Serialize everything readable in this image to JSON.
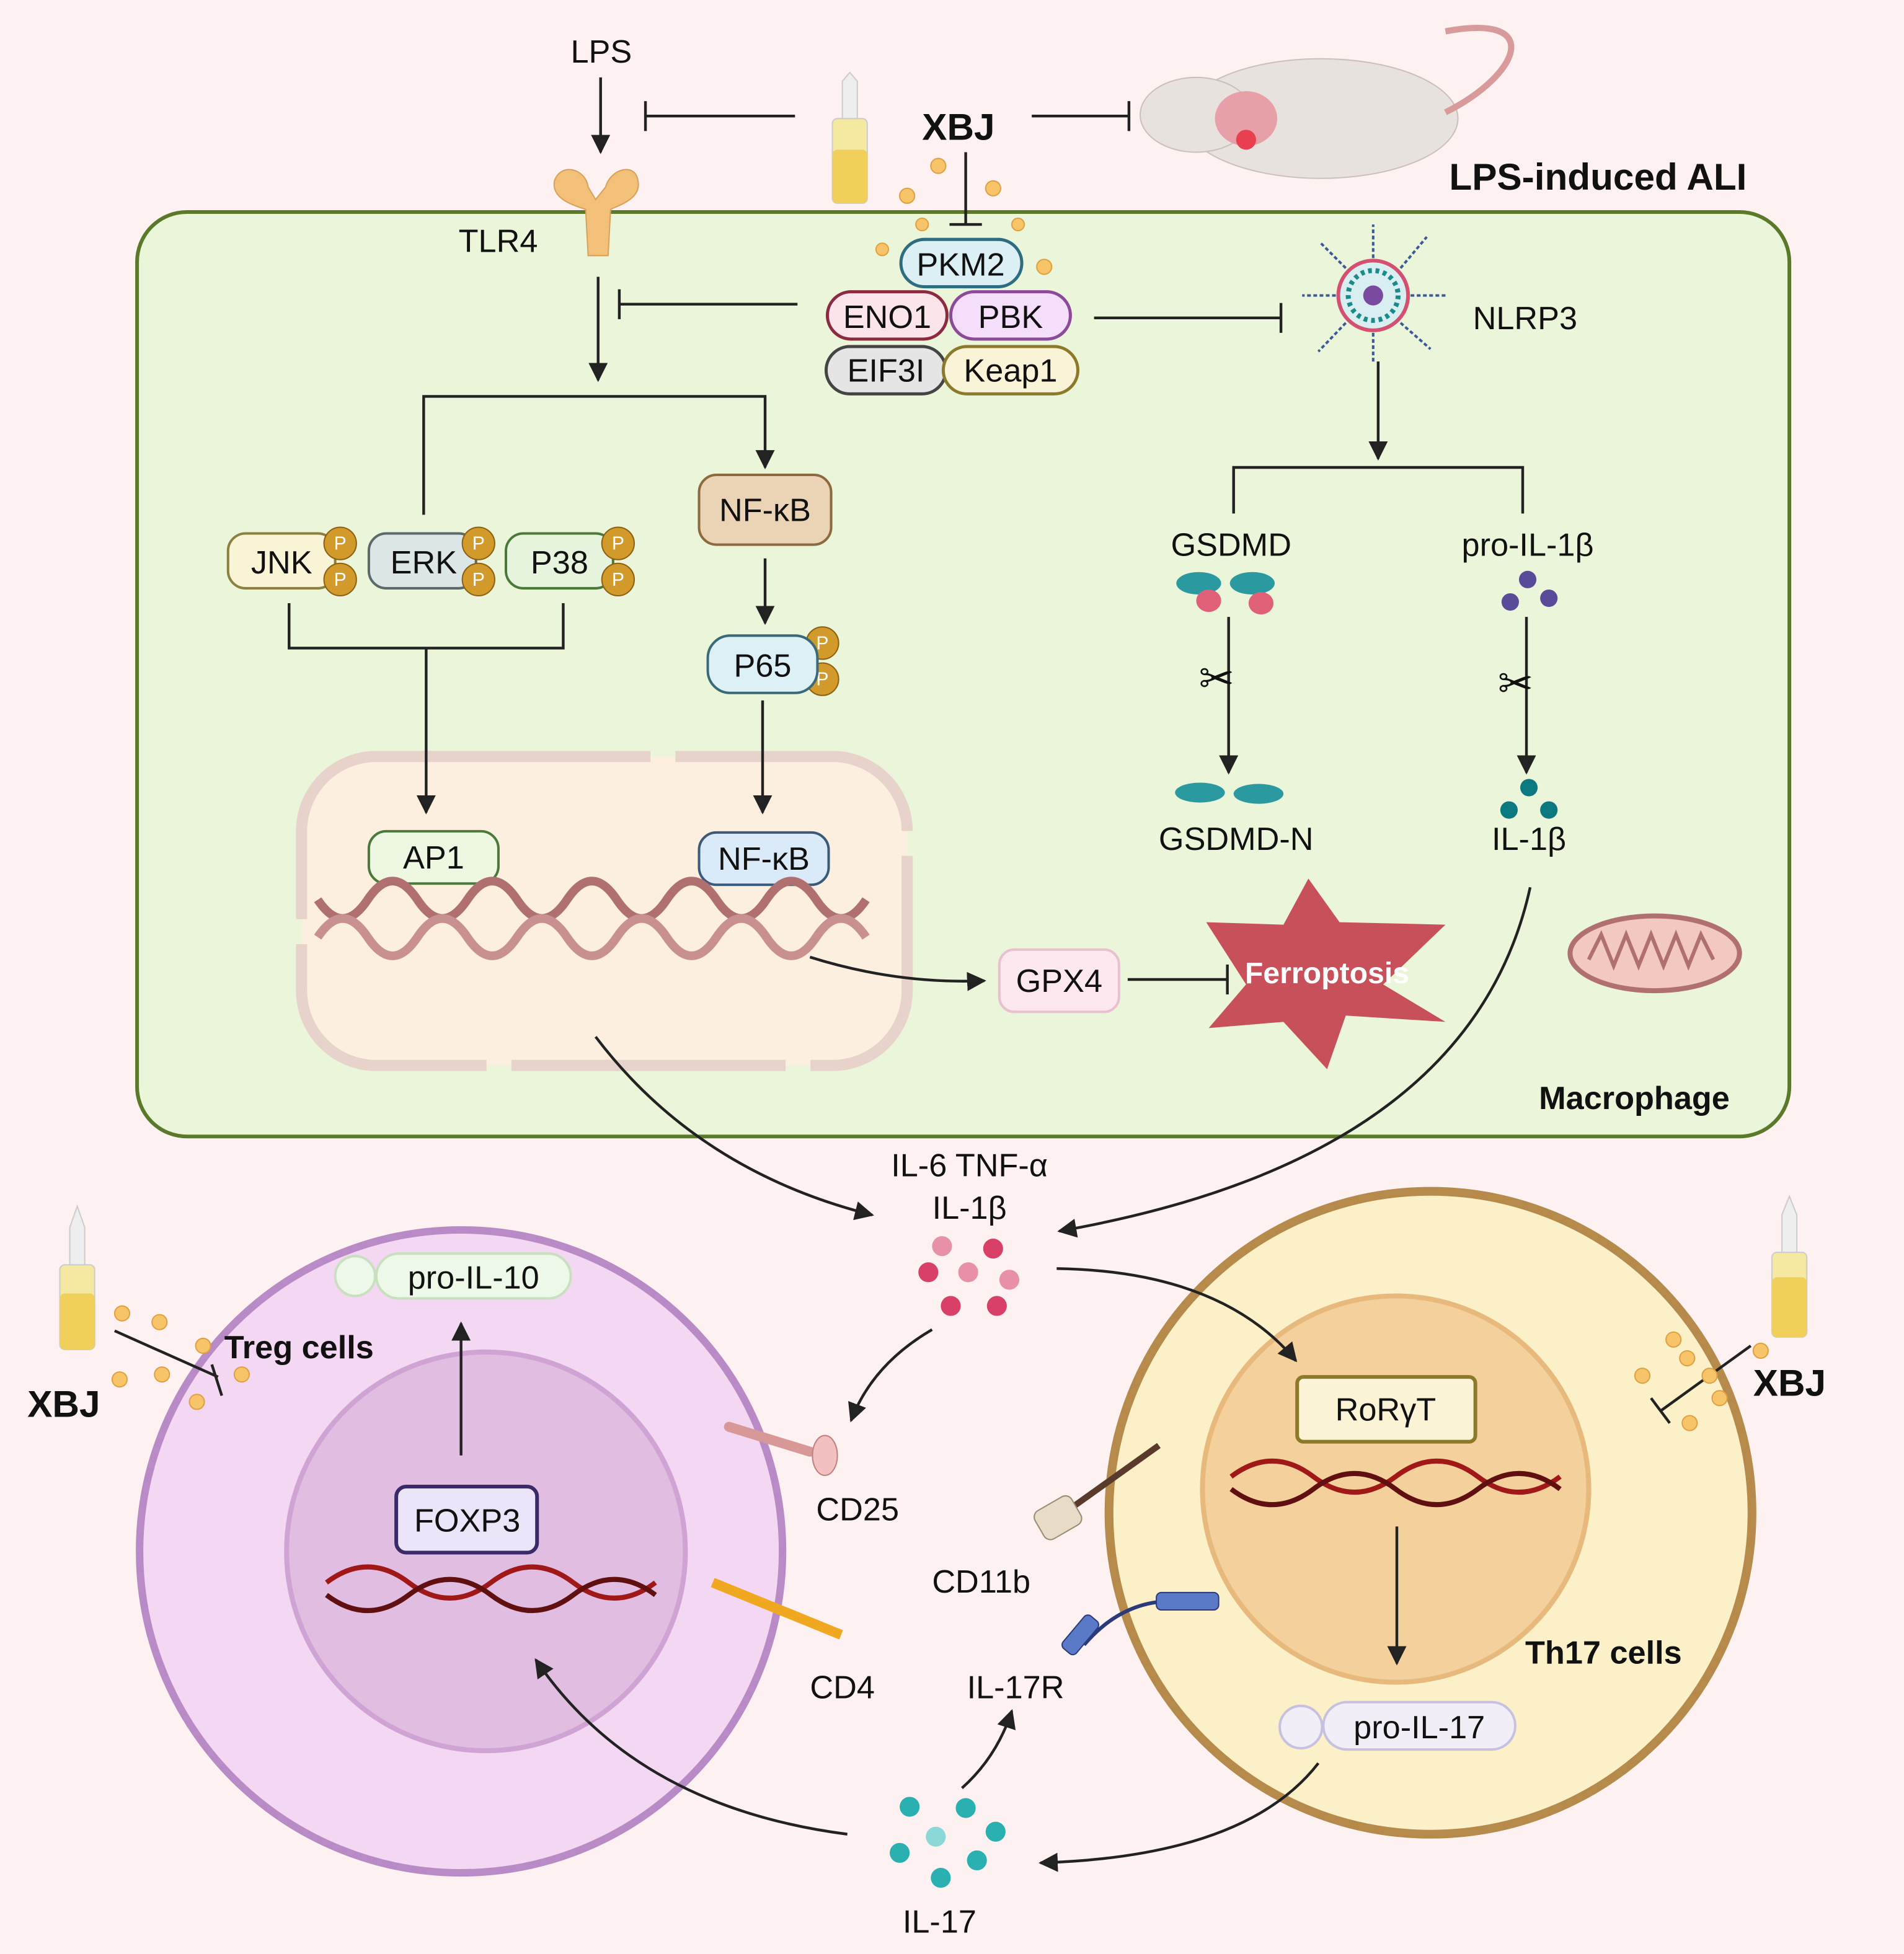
{
  "drug": {
    "name_top": "XBJ",
    "name_left": "XBJ",
    "name_right": "XBJ"
  },
  "stimulus": "LPS",
  "model": "LPS-induced ALI",
  "receptor": "TLR4",
  "targets": [
    "PKM2",
    "ENO1",
    "PBK",
    "EIF3I",
    "Keap1"
  ],
  "inflammasome": "NLRP3",
  "mapk": [
    "JNK",
    "ERK",
    "P38"
  ],
  "phospho_label": "P",
  "nfkb_cyto": "NF-κB",
  "p65": "P65",
  "nucleus": {
    "ap1": "AP1",
    "nfkb": "NF-κB"
  },
  "pyroptosis": {
    "gsdmd": "GSDMD",
    "gsdmd_n": "GSDMD-N",
    "pro_il1b": "pro-IL-1β",
    "il1b": "IL-1β"
  },
  "gpx4": "GPX4",
  "ferroptosis": "Ferroptosis",
  "macrophage": "Macrophage",
  "cytokines": {
    "line1": "IL-6 TNF-α",
    "line2": "IL-1β"
  },
  "treg": {
    "name": "Treg cells",
    "tf": "FOXP3",
    "product": "pro-IL-10",
    "cd25": "CD25",
    "cd4": "CD4"
  },
  "th17": {
    "name": "Th17 cells",
    "tf": "RoRγT",
    "product": "pro-IL-17",
    "cd11b": "CD11b",
    "il17r": "IL-17R"
  },
  "il17": "IL-17",
  "colors": {
    "background": "#fdf1f1",
    "macrophage_fill": "#ebf5d9",
    "macrophage_border": "#5a7a2a",
    "ferroptosis": "#c8505a",
    "treg_border": "#b98bc6",
    "th17_border": "#b58a4a"
  }
}
